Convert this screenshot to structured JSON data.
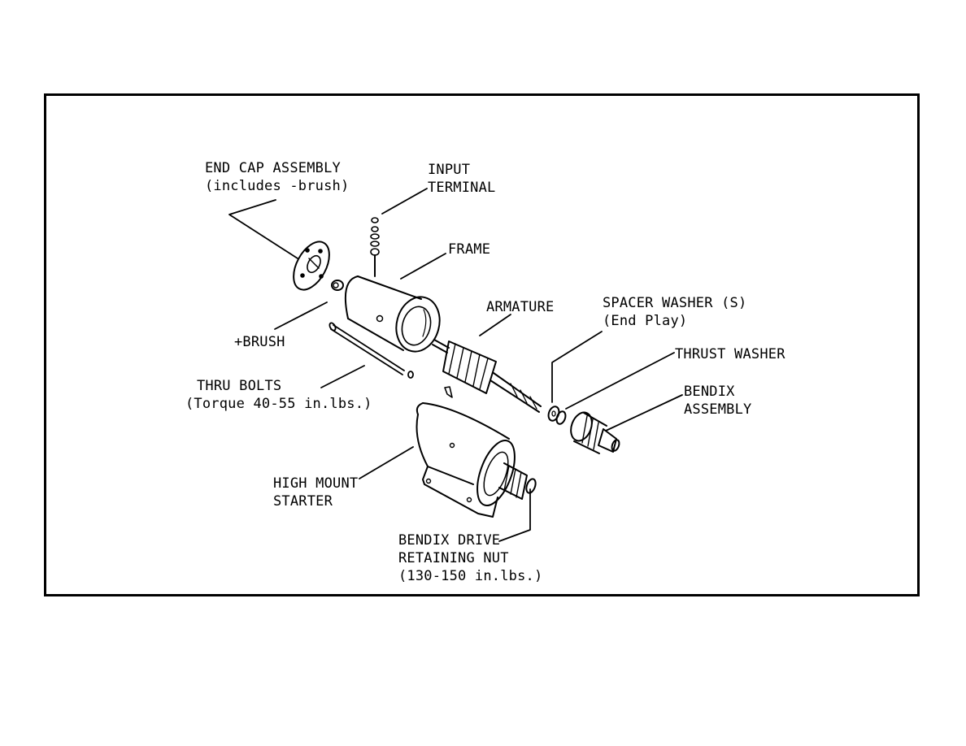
{
  "labels": {
    "end_cap": [
      "END CAP ASSEMBLY",
      "(includes -brush)"
    ],
    "input_terminal": [
      "INPUT",
      "TERMINAL"
    ],
    "frame": [
      "FRAME"
    ],
    "armature": [
      "ARMATURE"
    ],
    "spacer_washer": [
      "SPACER WASHER (S)",
      "(End Play)"
    ],
    "thrust_washer": [
      "THRUST WASHER"
    ],
    "bendix_assembly": [
      "BENDIX",
      "ASSEMBLY"
    ],
    "brush": [
      "+BRUSH"
    ],
    "thru_bolts": [
      "THRU BOLTS",
      "(Torque 40-55 in.lbs.)"
    ],
    "high_mount_starter": [
      "HIGH MOUNT",
      "STARTER"
    ],
    "bendix_nut": [
      "BENDIX DRIVE",
      "RETAINING NUT",
      "(130-150 in.lbs.)"
    ]
  }
}
